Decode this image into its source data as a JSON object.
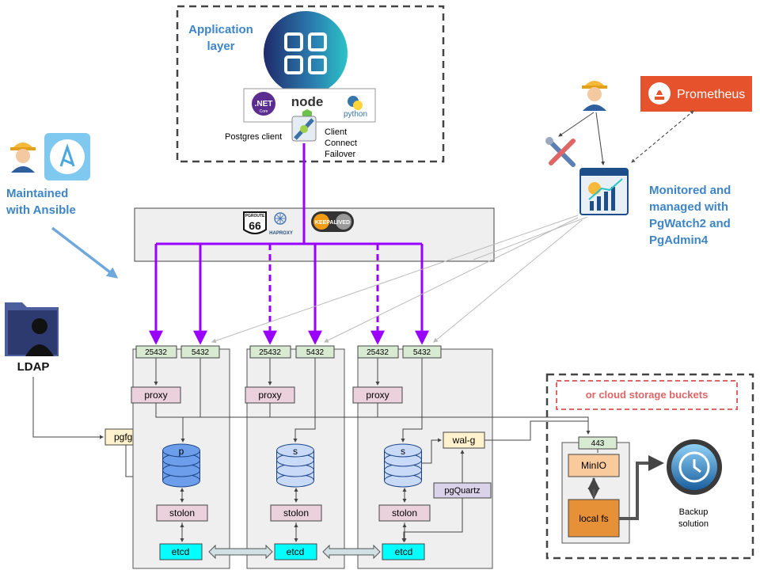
{
  "app_layer": {
    "title_line1": "Application",
    "title_line2": "layer",
    "runtimes": [
      ".NET",
      "node",
      "python"
    ],
    "net_sub": "Core",
    "client_label": "Postgres client",
    "failover_line1": "Client",
    "failover_line2": "Connect",
    "failover_line3": "Failover"
  },
  "ansible": {
    "line1": "Maintained",
    "line2": "with Ansible"
  },
  "monitoring": {
    "prometheus": "Prometheus",
    "line1": "Monitored and",
    "line2": "managed with",
    "line3": "PgWatch2 and",
    "line4": "PgAdmin4"
  },
  "load_balancer": {
    "route_badge": "66",
    "route_top": "PGROUTE",
    "haproxy": "HAPROXY",
    "keepalived": "KEEPALIVED"
  },
  "ldap": {
    "label": "LDAP"
  },
  "pgbouncer": {
    "label": "pgfga"
  },
  "nodes": [
    {
      "port_a": "25432",
      "port_b": "5432",
      "proxy": "proxy",
      "db": "p",
      "stolon": "stolon",
      "etcd": "etcd"
    },
    {
      "port_a": "25432",
      "port_b": "5432",
      "proxy": "proxy",
      "db": "s",
      "stolon": "stolon",
      "etcd": "etcd"
    },
    {
      "port_a": "25432",
      "port_b": "5432",
      "proxy": "proxy",
      "db": "s",
      "stolon": "stolon",
      "etcd": "etcd",
      "walg": "wal-g",
      "pgquartz": "pgQuartz"
    }
  ],
  "backup": {
    "cloud": "or cloud storage buckets",
    "port": "443",
    "minio": "MinIO",
    "localfs": "local fs",
    "solution_line1": "Backup",
    "solution_line2": "solution"
  },
  "colors": {
    "purple": "#9900ff",
    "title_blue": "#3d85c6",
    "primary_db": "#6d9eeb",
    "standby_db": "#c9daf8",
    "proxy_fill": "#ead1dc",
    "port_fill": "#d9ead3",
    "etcd_fill": "#00ffff",
    "minio_fill": "#f9cb9c",
    "localfs_fill": "#e69138",
    "cloud_red": "#e06666",
    "prometheus_red": "#e6522c"
  }
}
